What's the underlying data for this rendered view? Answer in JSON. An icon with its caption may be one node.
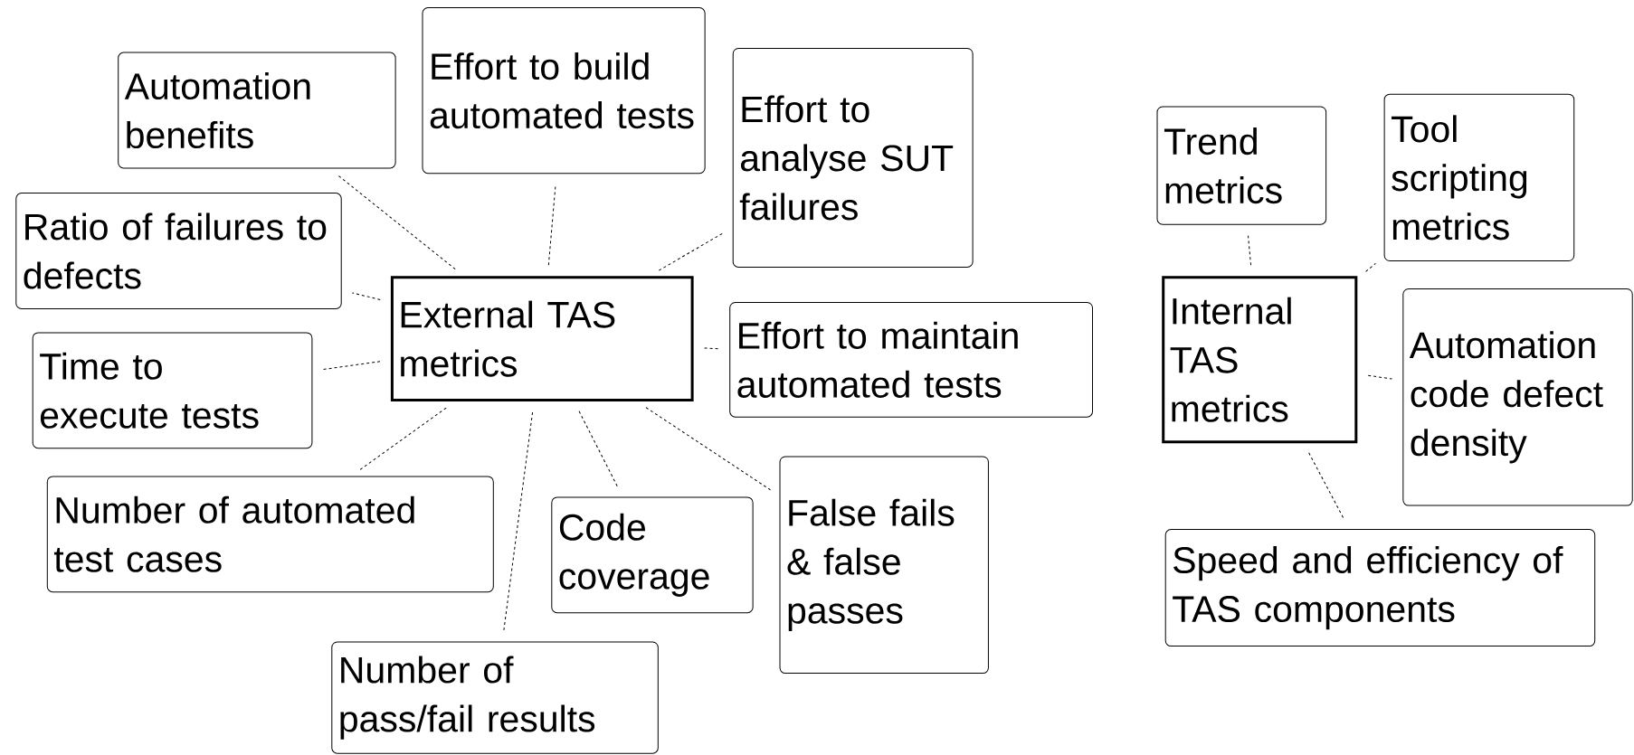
{
  "diagram": {
    "nodes": [
      {
        "text": [
          "External TAS metrics"
        ]
      },
      {
        "text": [
          "Automation benefits"
        ]
      },
      {
        "text": [
          "Effort to build automated tests"
        ]
      },
      {
        "text": [
          "Effort to analyse SUT failures"
        ]
      },
      {
        "text": [
          "Ratio of failures to defects"
        ]
      },
      {
        "text": [
          "Effort to maintain automated tests"
        ]
      },
      {
        "text": [
          "Time to execute tests"
        ]
      },
      {
        "text": [
          "Number of automated test cases"
        ]
      },
      {
        "text": [
          "Code coverage"
        ]
      },
      {
        "text": [
          "False fails & false passes"
        ]
      },
      {
        "text": [
          "Number of pass/fail results"
        ]
      },
      {
        "text": [
          "Internal TAS metrics"
        ]
      },
      {
        "text": [
          "Trend metrics"
        ]
      },
      {
        "text": [
          "Tool scripting metrics"
        ]
      },
      {
        "text": [
          "Automation code defect density"
        ]
      },
      {
        "text": [
          "Speed and efficiency of TAS components"
        ]
      }
    ],
    "edges": [
      {
        "from": 0,
        "to": 1,
        "arrow": "none",
        "style": "dashed"
      },
      {
        "from": 0,
        "to": 2,
        "arrow": "none",
        "style": "dashed"
      },
      {
        "from": 0,
        "to": 3,
        "arrow": "none",
        "style": "dashed"
      },
      {
        "from": 0,
        "to": 4,
        "arrow": "none",
        "style": "dashed"
      },
      {
        "from": 0,
        "to": 5,
        "arrow": "none",
        "style": "dashed"
      },
      {
        "from": 0,
        "to": 6,
        "arrow": "none",
        "style": "dashed"
      },
      {
        "from": 0,
        "to": 7,
        "arrow": "none",
        "style": "dashed"
      },
      {
        "from": 0,
        "to": 8,
        "arrow": "none",
        "style": "dashed"
      },
      {
        "from": 0,
        "to": 9,
        "arrow": "none",
        "style": "dashed"
      },
      {
        "from": 0,
        "to": 10,
        "arrow": "none",
        "style": "dashed"
      },
      {
        "from": 11,
        "to": 12,
        "arrow": "none",
        "style": "dashed"
      },
      {
        "from": 11,
        "to": 13,
        "arrow": "none",
        "style": "dashed"
      },
      {
        "from": 11,
        "to": 14,
        "arrow": "none",
        "style": "dashed"
      },
      {
        "from": 11,
        "to": 15,
        "arrow": "none",
        "style": "dashed"
      }
    ]
  }
}
